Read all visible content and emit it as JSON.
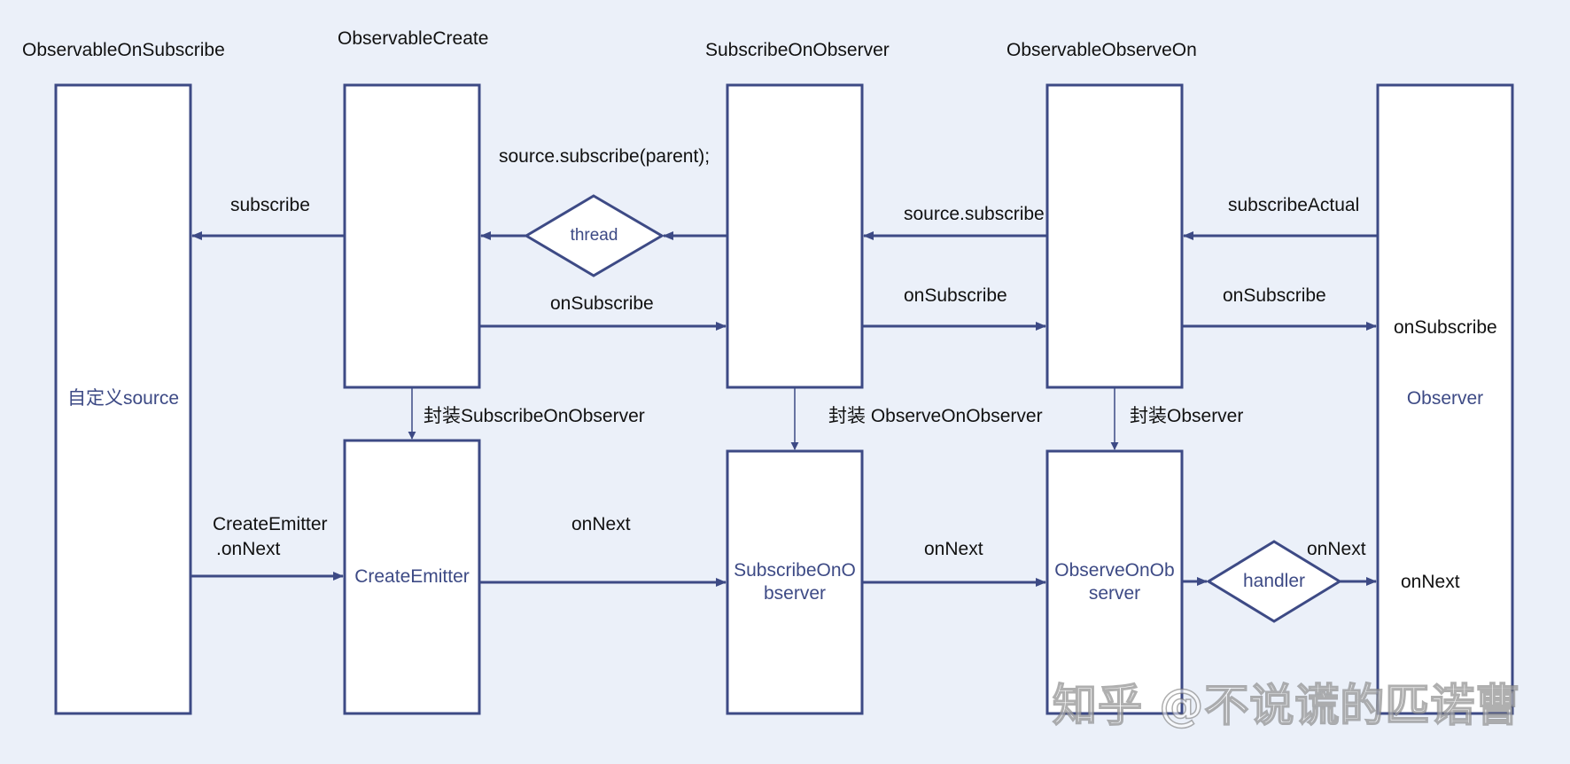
{
  "colors": {
    "background": "#ebf0f9",
    "stroke": "#3d4a85",
    "box_fill": "#ffffff",
    "box_text": "#3d4a85"
  },
  "headers": {
    "observable_on_subscribe": "ObservableOnSubscribe",
    "observable_create": "ObservableCreate",
    "subscribe_on_observer": "SubscribeOnObserver",
    "observable_observe_on": "ObservableObserveOn"
  },
  "boxes": {
    "custom_source": "自定义source",
    "create_emitter": "CreateEmitter",
    "subscribe_on_observer_1": "SubscribeOnO",
    "subscribe_on_observer_2": "bserver",
    "observe_on_observer_1": "ObserveOnOb",
    "observe_on_observer_2": "server",
    "observer": "Observer"
  },
  "diamonds": {
    "thread": "thread",
    "handler": "handler"
  },
  "labels": {
    "source_subscribe_parent": "source.subscribe(parent);",
    "subscribe": "subscribe",
    "source_subscribe": "source.subscribe",
    "subscribe_actual": "subscribeActual",
    "on_subscribe_1": "onSubscribe",
    "on_subscribe_2": "onSubscribe",
    "on_subscribe_3": "onSubscribe",
    "on_subscribe_4": "onSubscribe",
    "wrap_subscribe_on_observer": "封装SubscribeOnObserver",
    "wrap_observe_on_observer": "封装 ObserveOnObserver",
    "wrap_observer": "封装Observer",
    "create_emitter_on_next_1": "CreateEmitter",
    "create_emitter_on_next_2": ".onNext",
    "on_next_1": "onNext",
    "on_next_2": "onNext",
    "on_next_3": "onNext",
    "on_next_4": "onNext"
  },
  "watermark": "知乎 @不说谎的匹诺曹"
}
